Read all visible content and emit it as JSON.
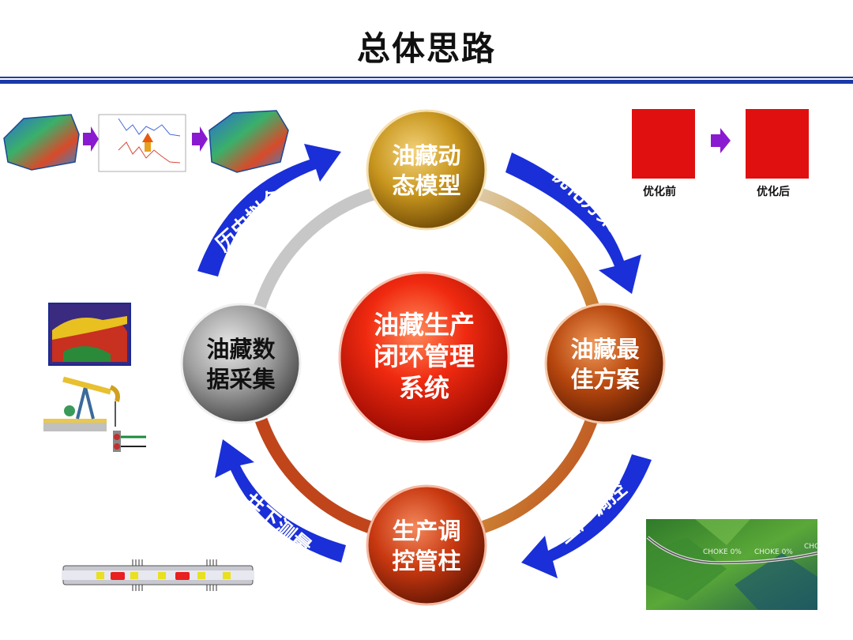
{
  "title": "总体思路",
  "center": {
    "line1": "油藏生产",
    "line2": "闭环管理",
    "line3": "系统"
  },
  "nodes": {
    "top": {
      "line1": "油藏动",
      "line2": "态模型"
    },
    "right": {
      "line1": "油藏最",
      "line2": "佳方案"
    },
    "bottom": {
      "line1": "生产调",
      "line2": "控管柱"
    },
    "left": {
      "line1": "油藏数",
      "line2": "据采集"
    }
  },
  "arrows": {
    "top_right": "优化方案",
    "bottom_right": "生产调控",
    "bottom_left": "井下测量",
    "top_left": "历史拟合"
  },
  "optimization": {
    "before_label": "优化前",
    "after_label": "优化后"
  },
  "choke": {
    "label1": "CHOKE 0%",
    "label2": "CHOKE 0%",
    "label3": "CHO"
  },
  "colors": {
    "accent_blue": "#1a2fd8",
    "rule_blue": "#1b3aa8",
    "top_node": "#c8961e",
    "right_node": "#b7470e",
    "bottom_node": "#c83810",
    "left_node": "#8f8f8f",
    "center_node": "#e21a0c",
    "purple_arrow": "#8a1ad0"
  }
}
